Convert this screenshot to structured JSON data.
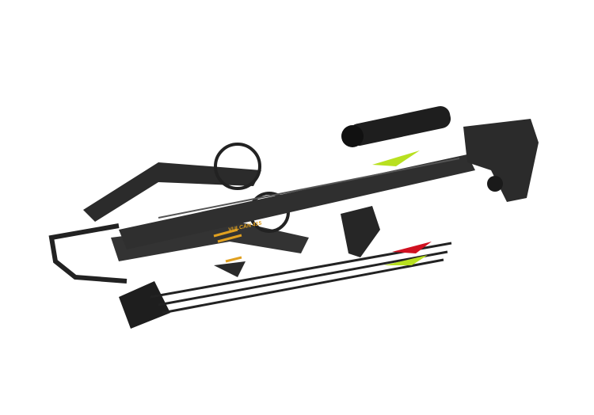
{
  "image": {
    "subject": "Black compound crossbow with scope, quiver and three arrows on white background",
    "background_color": "#ffffff",
    "product_marking": "VULCAN 415",
    "colors": {
      "body": "#2b2b2b",
      "body_highlight": "#4a4a4a",
      "accent_orange": "#e0a020",
      "fletch_red": "#d01020",
      "fletch_green": "#b8e020"
    },
    "components": [
      "scope",
      "stock",
      "limbs",
      "cams",
      "stirrup",
      "grip",
      "quiver",
      "arrows"
    ],
    "arrow_count": 3
  }
}
